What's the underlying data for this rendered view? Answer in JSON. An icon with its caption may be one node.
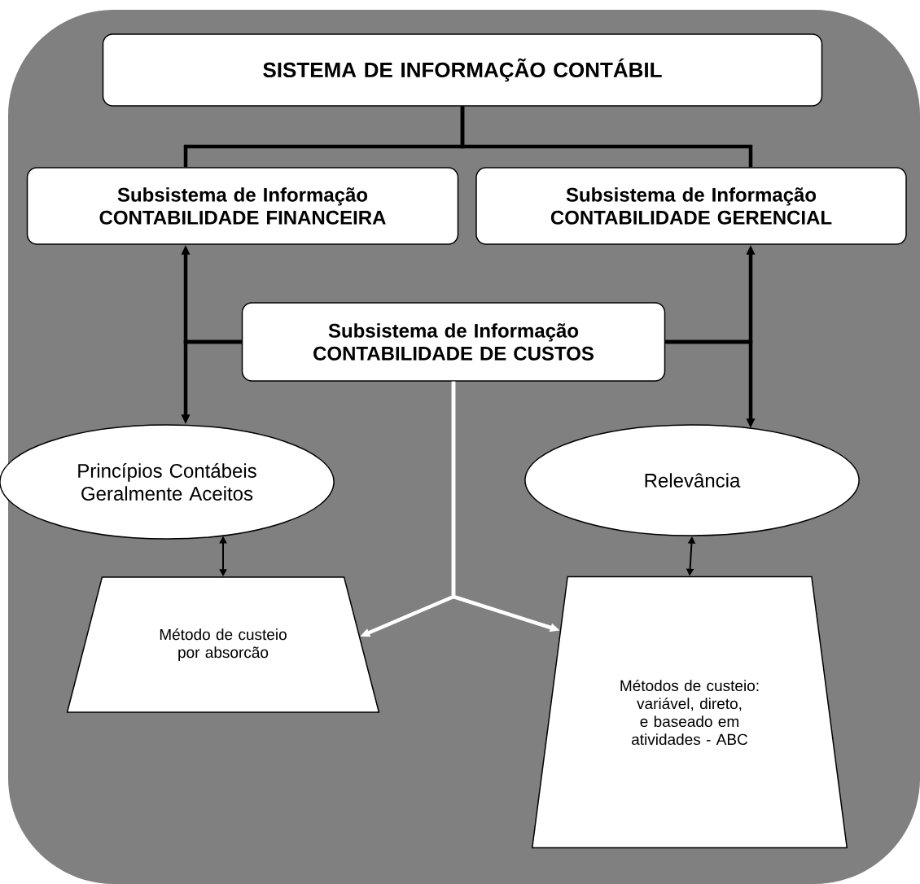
{
  "diagram": {
    "nodes": [
      {
        "text": [
          "SISTEMA DE INFORMAÇÃO CONTÁBIL"
        ]
      },
      {
        "text": [
          "Subsistema de Informação CONTABILIDADE FINANCEIRA"
        ]
      },
      {
        "text": [
          "Subsistema de Informação CONTABILIDADE GERENCIAL"
        ]
      },
      {
        "text": [
          "Subsistema de Informação CONTABILIDADE DE CUSTOS"
        ]
      },
      {
        "text": [
          "Princípios Contábeis Geralmente Aceitos"
        ]
      },
      {
        "text": [
          "Relevância"
        ]
      },
      {
        "text": [
          "Método de custeio por absorcão"
        ]
      },
      {
        "text": [
          "Métodos de custeio: variável, direto, e baseado em atividades - ABC"
        ]
      }
    ],
    "edges": [
      {
        "from": 0,
        "to": 1,
        "arrow": "none"
      },
      {
        "from": 0,
        "to": 2,
        "arrow": "none"
      },
      {
        "from": 3,
        "to": 1,
        "arrow": "to"
      },
      {
        "from": 3,
        "to": 4,
        "arrow": "to"
      },
      {
        "from": 3,
        "to": 2,
        "arrow": "to"
      },
      {
        "from": 3,
        "to": 5,
        "arrow": "to"
      },
      {
        "from": 4,
        "to": 6,
        "arrow": "both"
      },
      {
        "from": 5,
        "to": 7,
        "arrow": "both"
      },
      {
        "from": 3,
        "to": 6,
        "arrow": "to",
        "color": "#ffffff"
      },
      {
        "from": 3,
        "to": 7,
        "arrow": "to",
        "color": "#ffffff"
      }
    ]
  }
}
